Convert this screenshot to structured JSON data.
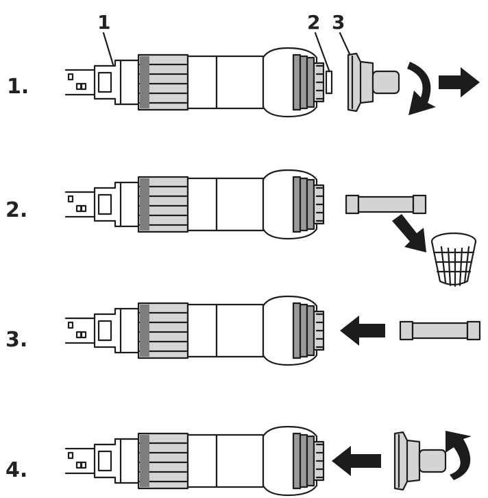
{
  "callouts": [
    "1",
    "2",
    "3"
  ],
  "steps": [
    {
      "label": "1."
    },
    {
      "label": "2."
    },
    {
      "label": "3."
    },
    {
      "label": "4."
    }
  ]
}
